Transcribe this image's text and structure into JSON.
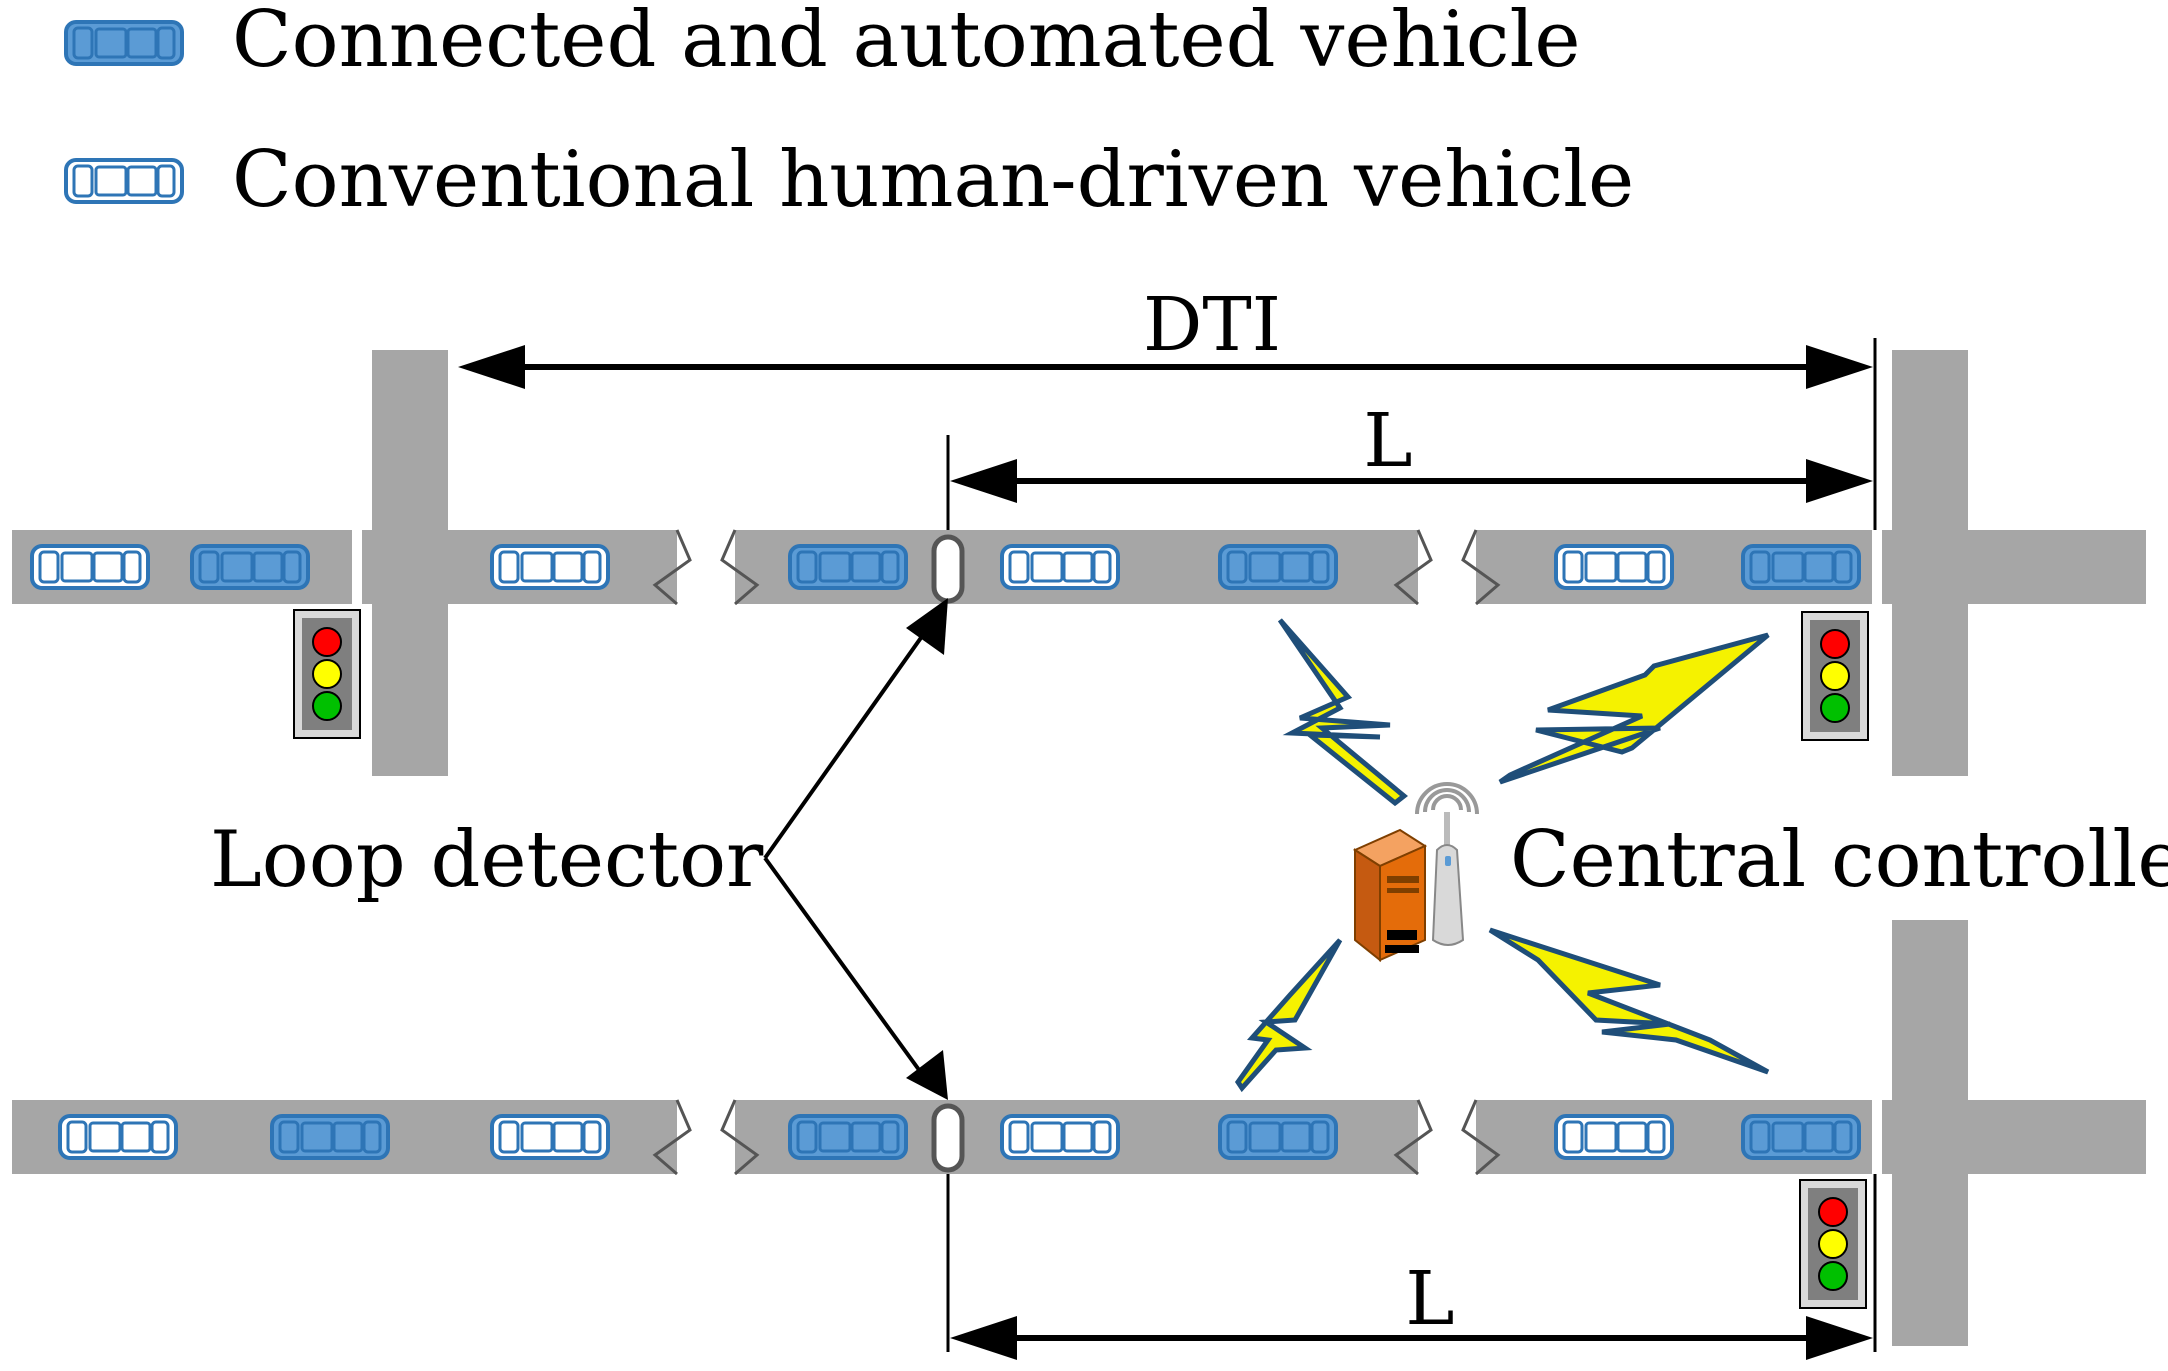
{
  "legend": {
    "cav_label": "Connected and automated vehicle",
    "hdv_label": "Conventional human-driven vehicle"
  },
  "labels": {
    "dti": "DTI",
    "l_top": "L",
    "l_bottom": "L",
    "loop_detector": "Loop detector",
    "central_controller": "Central controller"
  },
  "colors": {
    "road": "#a6a6a6",
    "cav_fill": "#5b9bd5",
    "vehicle_outline": "#2e75b6",
    "hdv_fill": "#ffffff",
    "lightning_fill": "#f5f200",
    "lightning_outline": "#1f4e79",
    "signal_red": "#ff0000",
    "signal_yellow": "#ffff00",
    "signal_green": "#00c000",
    "server_orange": "#e46c0a"
  },
  "traffic": {
    "top_lane": [
      "hdv",
      "cav",
      "hdv",
      "cav",
      "hdv",
      "cav",
      "hdv",
      "cav"
    ],
    "bottom_lane": [
      "hdv",
      "cav",
      "hdv",
      "cav",
      "hdv",
      "cav",
      "hdv",
      "cav"
    ]
  },
  "icons": [
    "cav-car-icon",
    "hdv-car-icon",
    "traffic-light-icon",
    "loop-detector-icon",
    "lightning-icon",
    "server-icon",
    "antenna-icon"
  ]
}
